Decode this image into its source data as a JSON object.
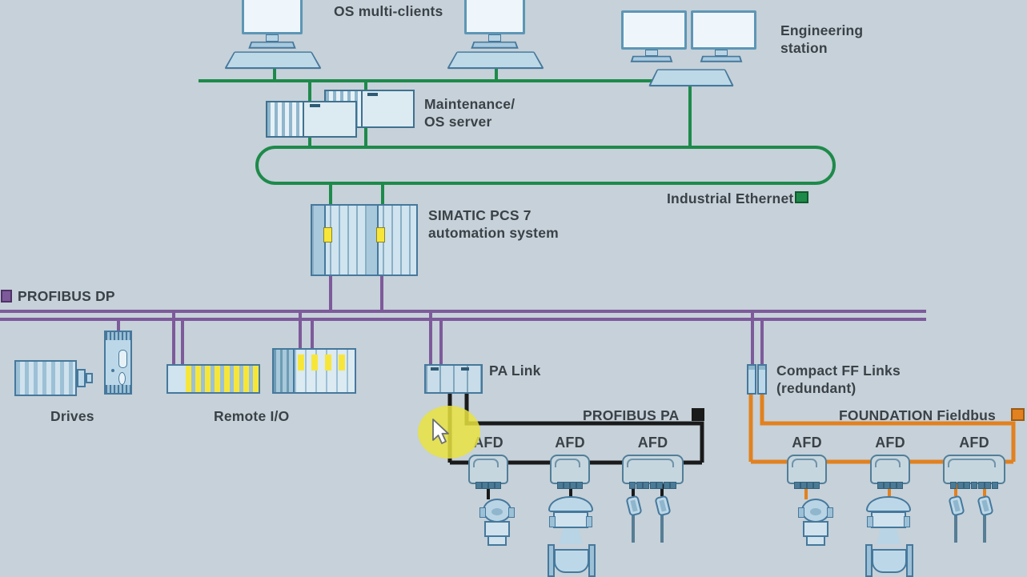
{
  "colors": {
    "background": "#c6d1d9",
    "industrial_ethernet_green": "#1e8a4a",
    "profibus_dp_purple": "#7d5a9a",
    "profibus_pa_black": "#1a1a1a",
    "foundation_fieldbus_orange": "#e2811f",
    "device_fill_blue": "#cfe2ed",
    "device_outline_blue": "#46789c",
    "io_module_yellow": "#f7e63a",
    "label_text": "#3b4247",
    "cursor_highlight_yellow": "#e9e340"
  },
  "stations": {
    "os_multi_clients": {
      "label": "OS multi-clients"
    },
    "engineering_station": {
      "label_line1": "Engineering",
      "label_line2": "station"
    },
    "maintenance_os_server": {
      "label_line1": "Maintenance/",
      "label_line2": "OS server"
    },
    "automation_system": {
      "label_line1": "SIMATIC PCS 7",
      "label_line2": "automation system"
    },
    "drives": {
      "label": "Drives"
    },
    "remote_io": {
      "label": "Remote I/O"
    },
    "pa_link": {
      "label": "PA Link"
    },
    "compact_ff_links": {
      "label_line1": "Compact FF Links",
      "label_line2": "(redundant)"
    }
  },
  "buses": {
    "industrial_ethernet": {
      "label": "Industrial Ethernet",
      "legend_color": "#1e8a4a"
    },
    "profibus_dp": {
      "label": "PROFIBUS DP",
      "legend_color": "#7d5a9a"
    },
    "profibus_pa": {
      "label": "PROFIBUS PA",
      "legend_color": "#1a1a1a"
    },
    "foundation_fieldbus": {
      "label": "FOUNDATION Fieldbus",
      "legend_color": "#e2811f"
    }
  },
  "field_distributors": {
    "label": "AFD",
    "count_on_profibus_pa": 3,
    "count_on_foundation_fieldbus": 3
  }
}
